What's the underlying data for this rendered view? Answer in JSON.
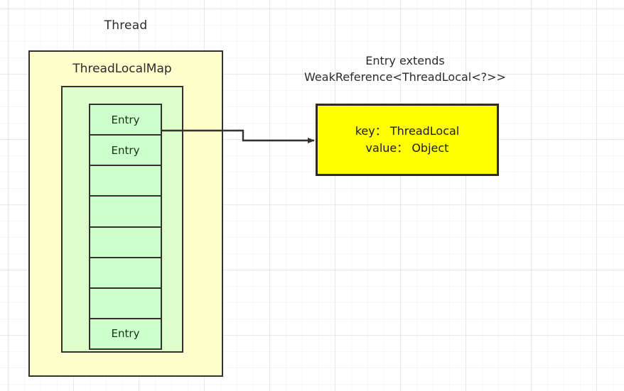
{
  "diagram": {
    "title": "ThreadLocal internal structure",
    "colors": {
      "thread_fill": "#ffffcc",
      "map_fill": "#ddffcc",
      "entry_cell_fill": "#ccffcc",
      "entry_detail_fill": "#ffff00",
      "stroke": "#33322e",
      "text": "#2b2b2b",
      "canvas": "#ffffff",
      "grid_line": "#eaeaea"
    }
  },
  "thread": {
    "label": "Thread"
  },
  "thread_local_map": {
    "label": "ThreadLocalMap",
    "cells": [
      {
        "label": "Entry",
        "filled": true
      },
      {
        "label": "Entry",
        "filled": true
      },
      {
        "label": "",
        "filled": false
      },
      {
        "label": "",
        "filled": false
      },
      {
        "label": "",
        "filled": false
      },
      {
        "label": "",
        "filled": false
      },
      {
        "label": "",
        "filled": false
      },
      {
        "label": "Entry",
        "filled": true
      }
    ]
  },
  "entry_detail": {
    "caption_line1": "Entry extends",
    "caption_line2": "WeakReference<ThreadLocal<?>>",
    "key_line": "key： ThreadLocal",
    "value_line": "value： Object"
  },
  "connector": {
    "name": "entry-to-detail-arrow",
    "style": "elbow-polyline-with-arrowhead"
  }
}
